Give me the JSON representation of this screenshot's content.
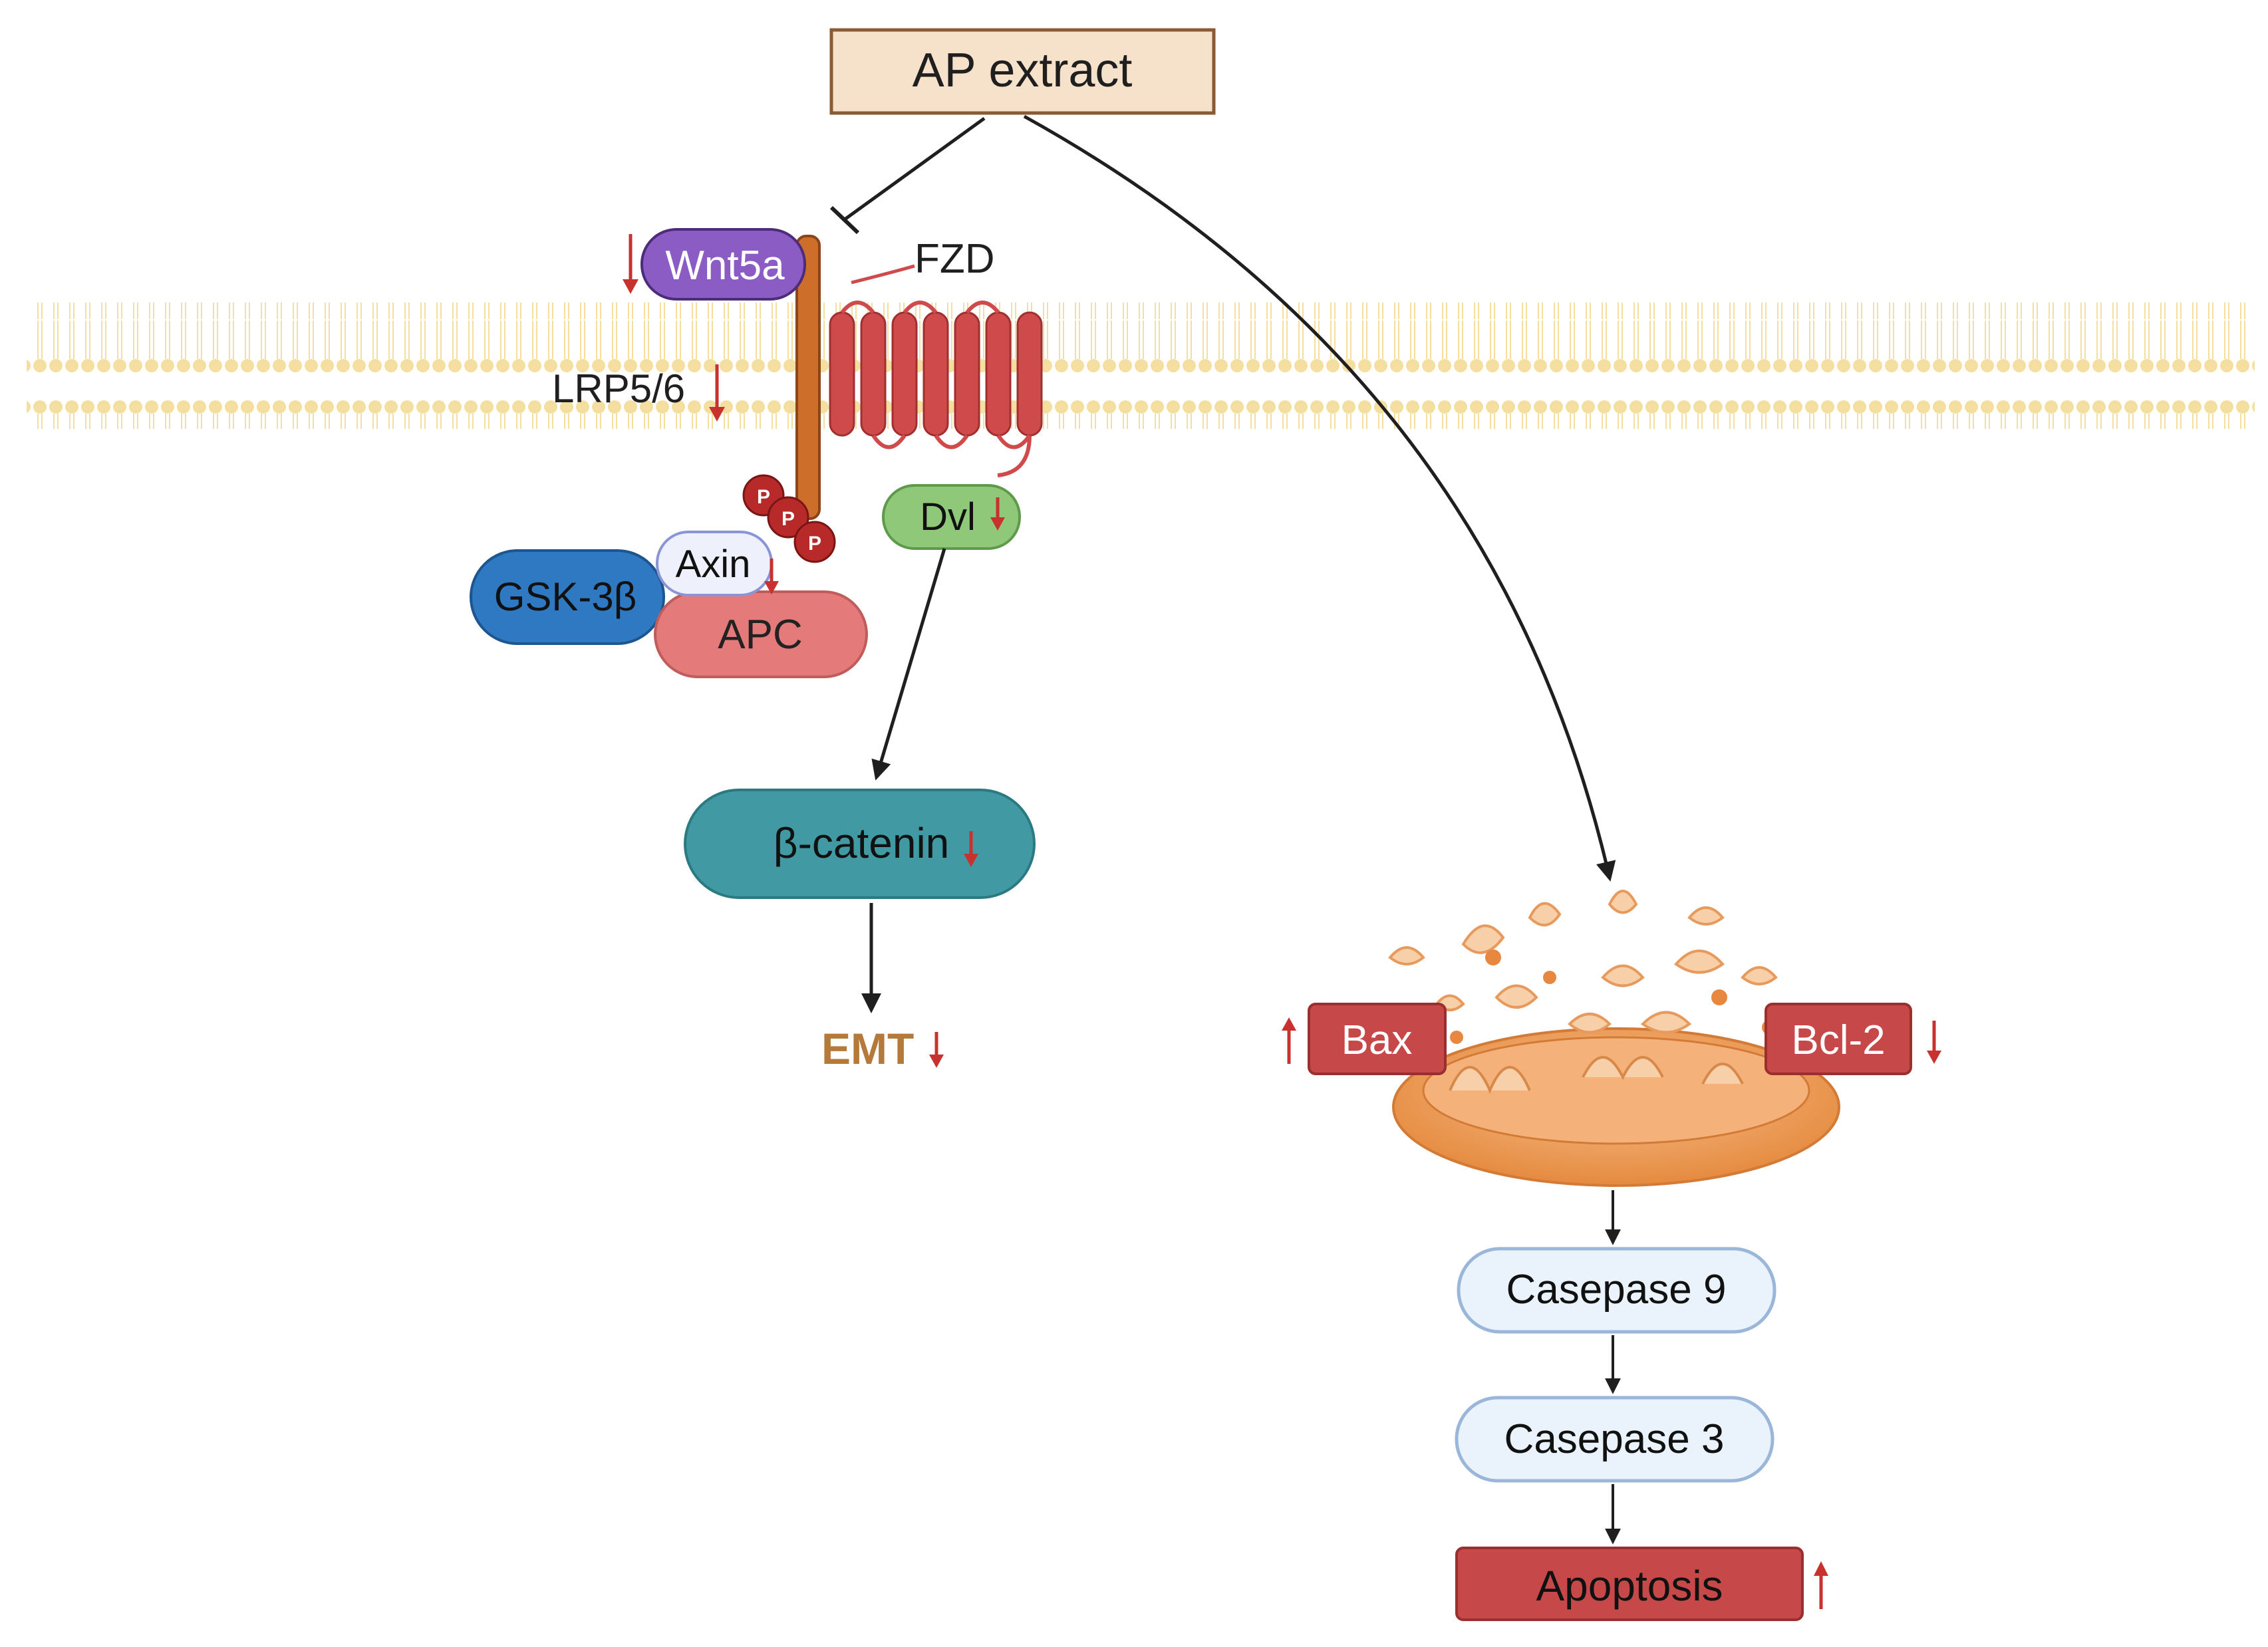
{
  "top_box": {
    "label": "AP extract"
  },
  "membrane": {
    "proteins": {
      "wnt5a": "Wnt5a",
      "fzd": "FZD",
      "lrp": "LRP5/6",
      "phospho": "P"
    }
  },
  "complex": {
    "axin": "Axin",
    "gsk": "GSK-3β",
    "apc": "APC",
    "dvl": "Dvl"
  },
  "pathway": {
    "beta_catenin": "β-catenin",
    "emt": "EMT"
  },
  "mito": {
    "bax": "Bax",
    "bcl2": "Bcl-2"
  },
  "cascade": {
    "casp9": "Casepase 9",
    "casp3": "Casepase 3",
    "apoptosis": "Apoptosis"
  },
  "colors": {
    "box_fill": "#f6e2cb",
    "box_stroke": "#8a5a34",
    "membrane": "#f5dfa0",
    "fzd": "#cf4b4b",
    "lrp": "#cd6f2a",
    "wnt5a": "#8b5cc4",
    "gsk": "#2e79c2",
    "apc": "#e47a7a",
    "dvl": "#8ec878",
    "beta_catenin": "#419aa3",
    "emt": "#b5793a",
    "red_box": "#c64848",
    "casp_fill": "#eaf3fb",
    "casp_stroke": "#9ab6d8",
    "arrow_red": "#c7322f",
    "line": "#1f1f1f"
  }
}
